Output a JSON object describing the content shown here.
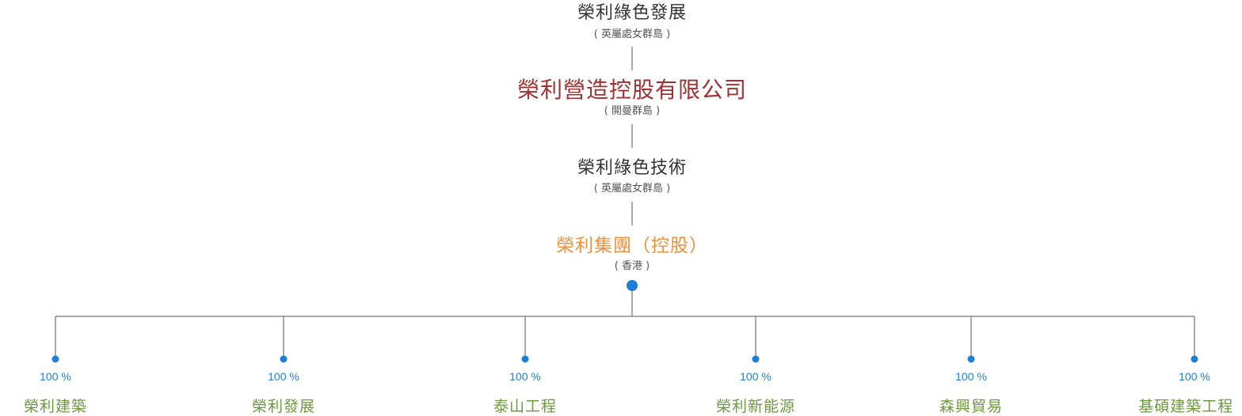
{
  "top_company": {
    "name": "榮利綠色發展",
    "location": "( 英屬處女群島 )"
  },
  "main_company": {
    "name": "榮利營造控股有限公司",
    "location": "( 開曼群島 )"
  },
  "mid_company": {
    "name": "榮利綠色技術",
    "location": "( 英屬處女群島 )"
  },
  "group_company": {
    "name": "榮利集團（控股）",
    "location": "( 香港 )"
  },
  "subsidiaries": [
    {
      "name": "榮利建築",
      "ownership": "100 %"
    },
    {
      "name": "榮利發展",
      "ownership": "100 %"
    },
    {
      "name": "泰山工程",
      "ownership": "100 %"
    },
    {
      "name": "榮利新能源",
      "ownership": "100 %"
    },
    {
      "name": "森興貿易",
      "ownership": "100 %"
    },
    {
      "name": "基碩建築工程",
      "ownership": "100 %"
    }
  ],
  "colors": {
    "main_company": "#a33030",
    "group_company": "#f0913c",
    "ownership": "#1f7fd6",
    "subsidiary": "#6c9a3e",
    "connector": "#555555"
  }
}
